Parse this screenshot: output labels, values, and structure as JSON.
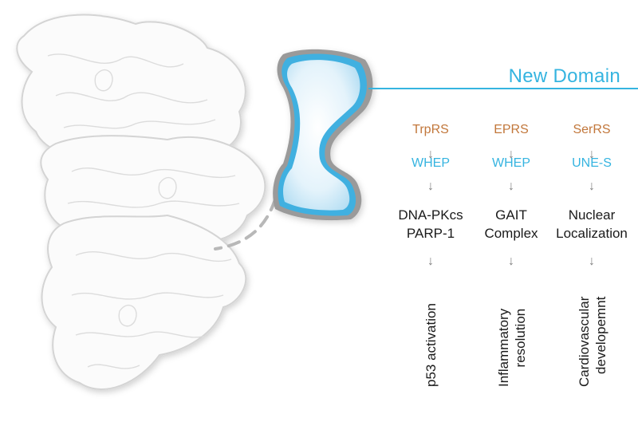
{
  "header": {
    "title": "New Domain"
  },
  "columns": [
    {
      "enzyme": "TrpRS",
      "domain": "WHEP",
      "partner_lines": [
        "DNA-PKcs",
        "PARP-1"
      ],
      "outcome_lines": [
        "p53 activation"
      ]
    },
    {
      "enzyme": "EPRS",
      "domain": "WHEP",
      "partner_lines": [
        "GAIT",
        "Complex"
      ],
      "outcome_lines": [
        "Inflammatory",
        "resolution"
      ]
    },
    {
      "enzyme": "SerRS",
      "domain": "UNE-S",
      "partner_lines": [
        "Nuclear",
        "Localization"
      ],
      "outcome_lines": [
        "Cardiovascular",
        "developemnt"
      ]
    }
  ],
  "arrow_glyph": "↓",
  "colors": {
    "accent": "#35b4e0",
    "enzyme": "#c2773b",
    "text": "#1a1a1a",
    "arrow": "#808080",
    "protein_outline": "#d0d0d0"
  }
}
